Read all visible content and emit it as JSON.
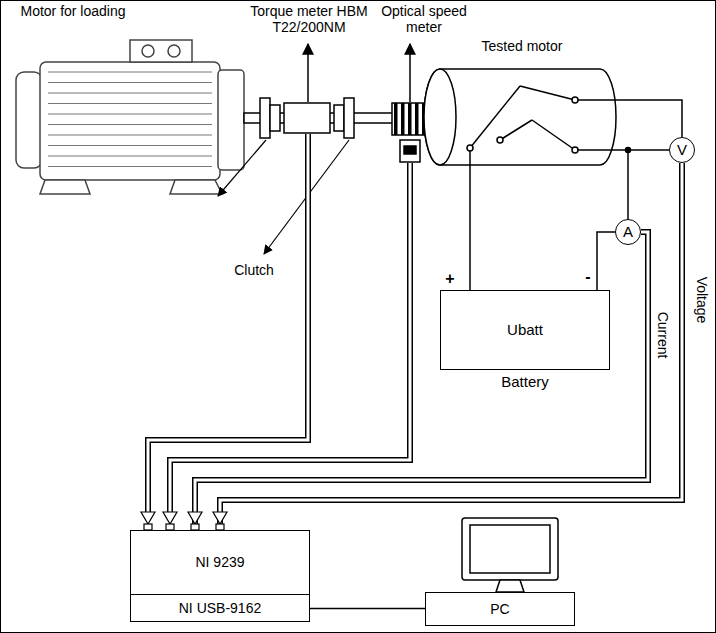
{
  "diagram": {
    "nodes": [
      {
        "text": [
          "Ubatt",
          "Battery"
        ]
      },
      {
        "text": [
          "V"
        ]
      },
      {
        "text": [
          "A"
        ]
      },
      {
        "text": [
          "NI 9239"
        ]
      },
      {
        "text": [
          "NI USB-9162"
        ]
      },
      {
        "text": [
          "PC"
        ]
      }
    ],
    "edges": [
      {
        "from": 0,
        "to": 2,
        "arrow": "none"
      },
      {
        "from": 1,
        "to": 3,
        "arrow": "none"
      },
      {
        "from": 2,
        "to": 3,
        "arrow": "none"
      },
      {
        "from": 4,
        "to": 5,
        "arrow": "none"
      }
    ],
    "labels": [
      "Motor for loading",
      "Torque meter HBM T22/200NM",
      "Optical speed meter",
      "Tested motor",
      "Clutch",
      "+",
      "-",
      "Current",
      "Voltage"
    ]
  }
}
